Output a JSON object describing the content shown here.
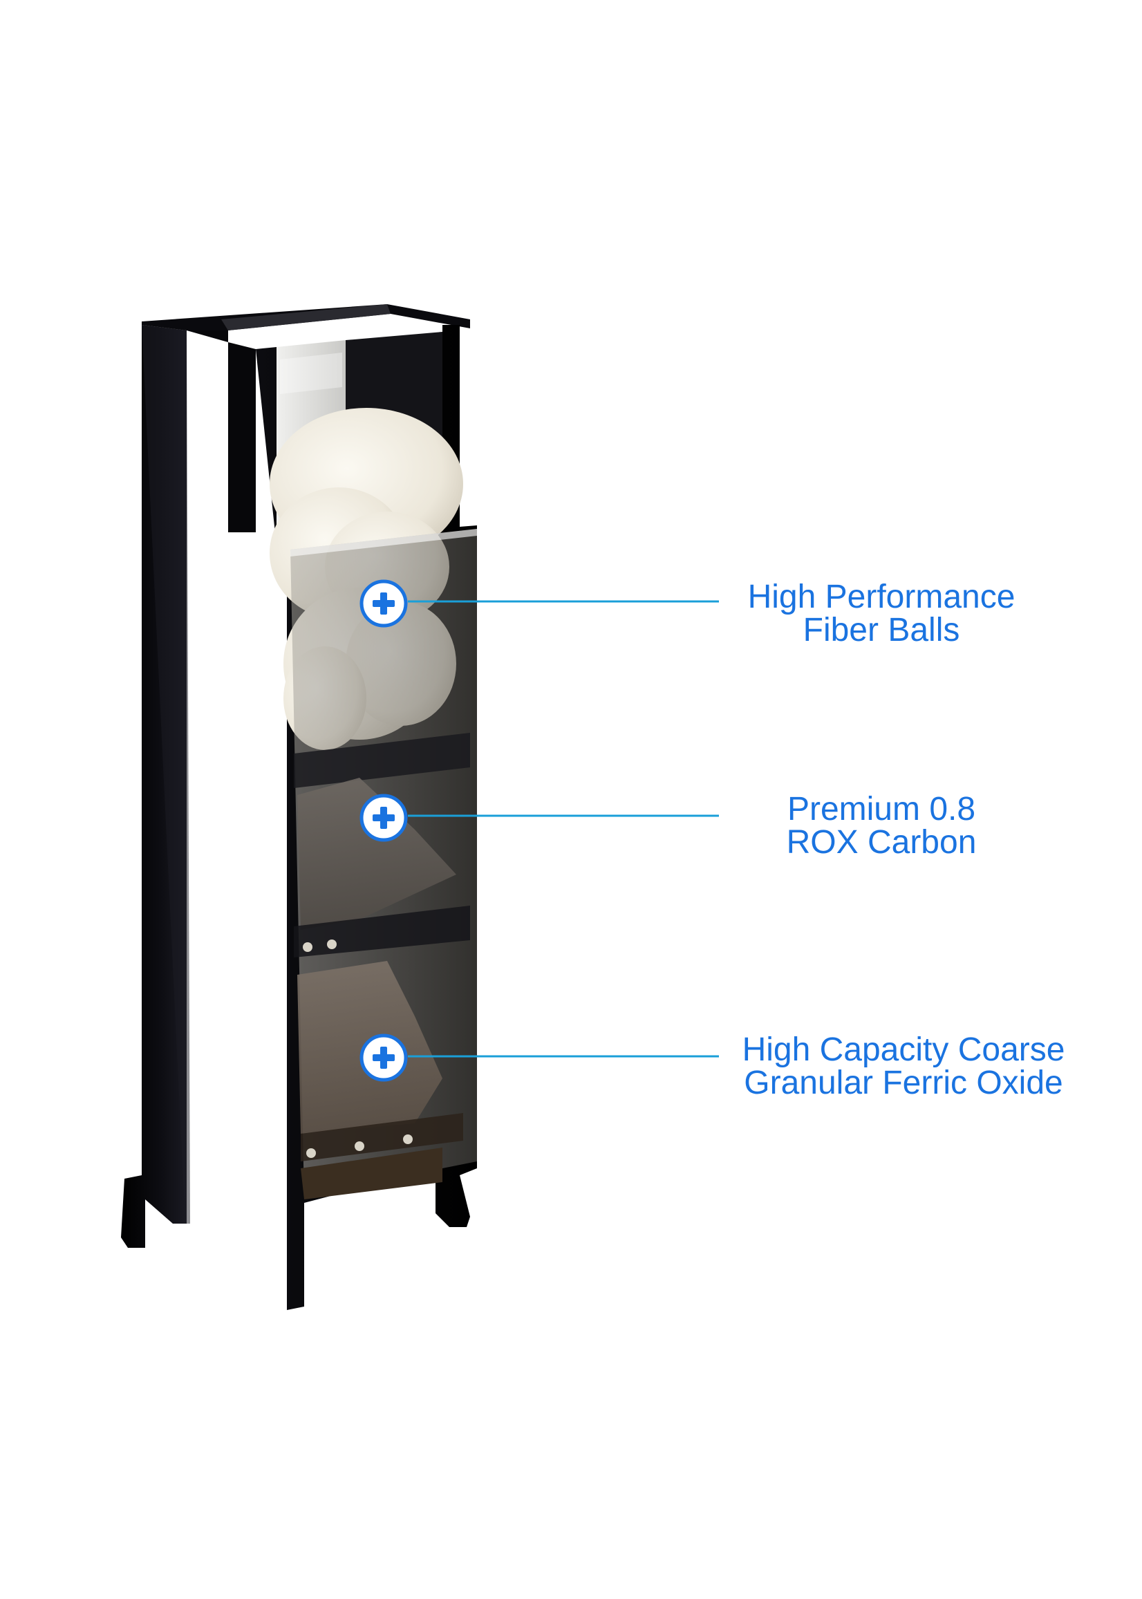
{
  "accent_color": "#1a73e0",
  "product": {
    "description_icons": [
      "plus-circle-icon",
      "plus-circle-icon",
      "plus-circle-icon"
    ]
  },
  "callouts": [
    {
      "line1": "High Performance",
      "line2": "Fiber Balls",
      "icon": "plus-circle-icon"
    },
    {
      "line1": "Premium 0.8",
      "line2": "ROX Carbon",
      "icon": "plus-circle-icon"
    },
    {
      "line1": "High Capacity Coarse",
      "line2": "Granular Ferric Oxide",
      "icon": "plus-circle-icon"
    }
  ]
}
